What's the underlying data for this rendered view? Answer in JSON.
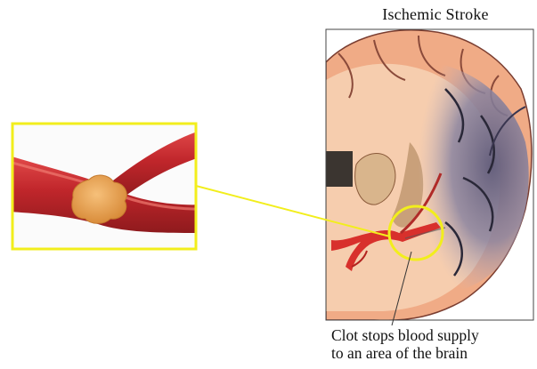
{
  "figure": {
    "title": "Ischemic Stroke",
    "caption_lines": [
      "Clot stops blood supply",
      "to an area of the brain"
    ]
  },
  "colors": {
    "callout": "#f2ee1c",
    "artery": "#c0262b",
    "clot": "#e6a04d",
    "brain_tissue": "#f0ab86",
    "affected_area": "#7d7894"
  }
}
